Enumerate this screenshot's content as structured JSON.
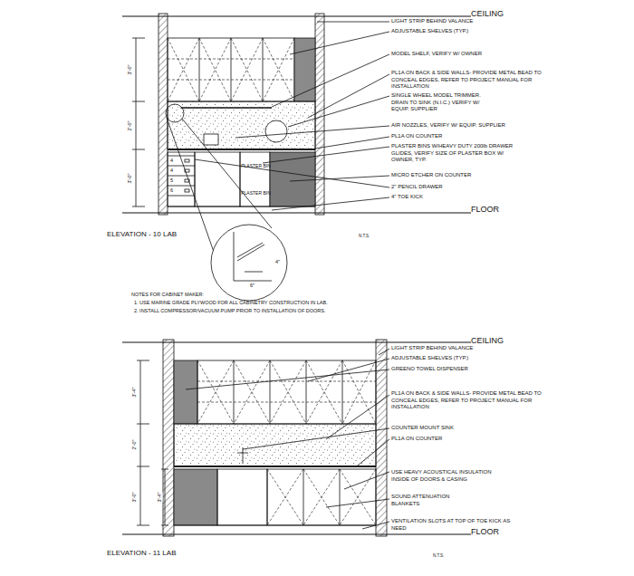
{
  "diagram": {
    "nodes": [
      {
        "text": [
          "PLASTER BIN"
        ]
      },
      {
        "text": [
          "PLASTER BIN"
        ]
      }
    ],
    "labels": [
      "CEILING",
      "LIGHT STRIP BEHIND VALANCE",
      "ADJUSTABLE SHELVES (TYP.)",
      "MODEL SHELF, VERIFY W/ OWNER",
      "PL1A ON BACK & SIDE WALLS- PROVIDE METAL BEAD TO CONCEAL EDGES, REFER TO PROJECT MANUAL FOR INSTALLATION",
      "SINGLE WHEEL MODEL TRIMMER. DRAIN TO SINK (N.I.C.) VERIFY W/ EQUIP. SUPPLIER",
      "AIR NOZZLES, VERIFY W/ EQUIP. SUPPLIER",
      "PL1A ON COUNTER",
      "PLASTER BINS W/HEAVY DUTY 200lb DRAWER GLIDES, VERIFY SIZE OF PLASTER BOX W/ OWNER, TYP.",
      "MICRO ETCHER ON COUNTER",
      "2\" PENCIL DRAWER",
      "4\" TOE KICK",
      "FLOOR",
      "3'-0\"",
      "2'-0\"",
      "3'-0\"",
      "4",
      "4",
      "5",
      "6",
      "6\"",
      "4\"",
      "ELEVATION - 10 LAB",
      "N.T.S.",
      "NOTES FOR CABINET MAKER:",
      "1. USE MARINE GRADE PLYWOOD FOR ALL CABINETRY CONSTRUCTION IN LAB.",
      "2. INSTALL COMPRESSOR/VACUUM PUMP PRIOR TO INSTALLATION OF DOORS.",
      "CEILING",
      "LIGHT STRIP BEHIND VALANCE",
      "ADJUSTABLE SHELVES (TYP.)",
      "GREENO TOWEL DISPENSER",
      "PL1A ON BACK & SIDE WALLS- PROVIDE METAL BEAD TO CONCEAL EDGES, REFER TO PROJECT MANUAL FOR INSTALLATION",
      "COUNTER MOUNT SINK",
      "PL1A ON COUNTER",
      "USE HEAVY ACOUSTICAL INSULATION INSIDE OF DOORS & CASING",
      "SOUND ATTENUATION BLANKETS",
      "VENTILATION SLOTS AT TOP OF TOE KICK AS NEED",
      "FLOOR",
      "3'-4\"",
      "2'-0\"",
      "3'-0\"",
      "3'-4\"",
      "ELEVATION - 11 LAB",
      "N.T.S."
    ]
  }
}
